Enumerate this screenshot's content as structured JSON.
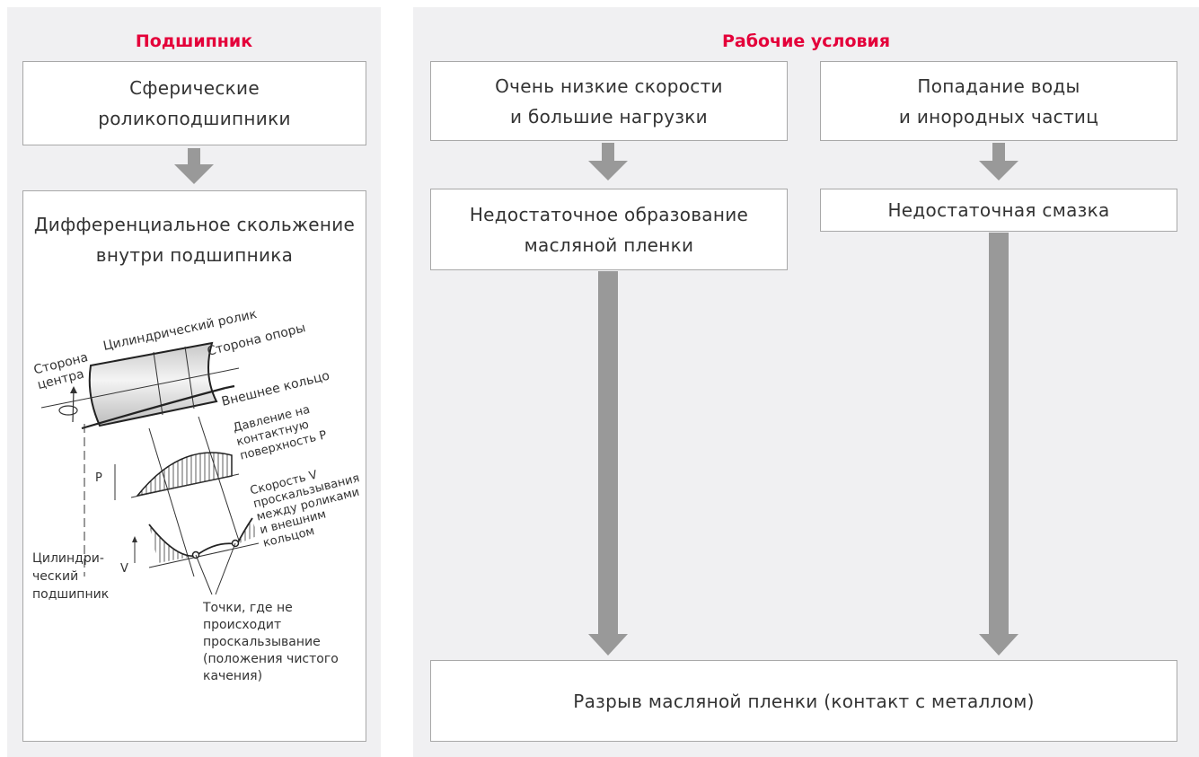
{
  "colors": {
    "accent": "#e4003a",
    "panel_bg": "#f0f0f2",
    "arrow": "#999999",
    "box_border": "#a8a8a8"
  },
  "left_panel": {
    "title": "Подшипник",
    "box1": "Сферические\nроликоподшипники",
    "box2": "Дифференциальное скольжение\nвнутри подшипника",
    "figure": {
      "label_roller": "Цилиндрический ролик",
      "label_support_side": "Сторона опоры",
      "label_center_side": "Сторона\nцентра",
      "label_outer_ring": "Внешнее кольцо",
      "label_pressure": "Давление на\nконтактную\nповерхность P",
      "label_p": "P",
      "label_speed": "Скорость V\nпроскальзывания\nмежду роликами\nи внешним\nкольцом",
      "label_v": "V",
      "label_cyl_bearing": "Цилиндри-\nческий\nподшипник",
      "label_no_slip": "Точки, где не\nпроисходит\nпроскальзывание\n(положения чистого\nкачения)"
    }
  },
  "right_panel": {
    "title": "Рабочие условия",
    "box_low_speed": "Очень низкие скорости\nи большие нагрузки",
    "box_water": "Попадание воды\nи инородных частиц",
    "box_insufficient_film": "Недостаточное образование\nмасляной пленки",
    "box_insufficient_lube": "Недостаточная смазка",
    "box_result": "Разрыв масляной пленки (контакт с металлом)"
  }
}
